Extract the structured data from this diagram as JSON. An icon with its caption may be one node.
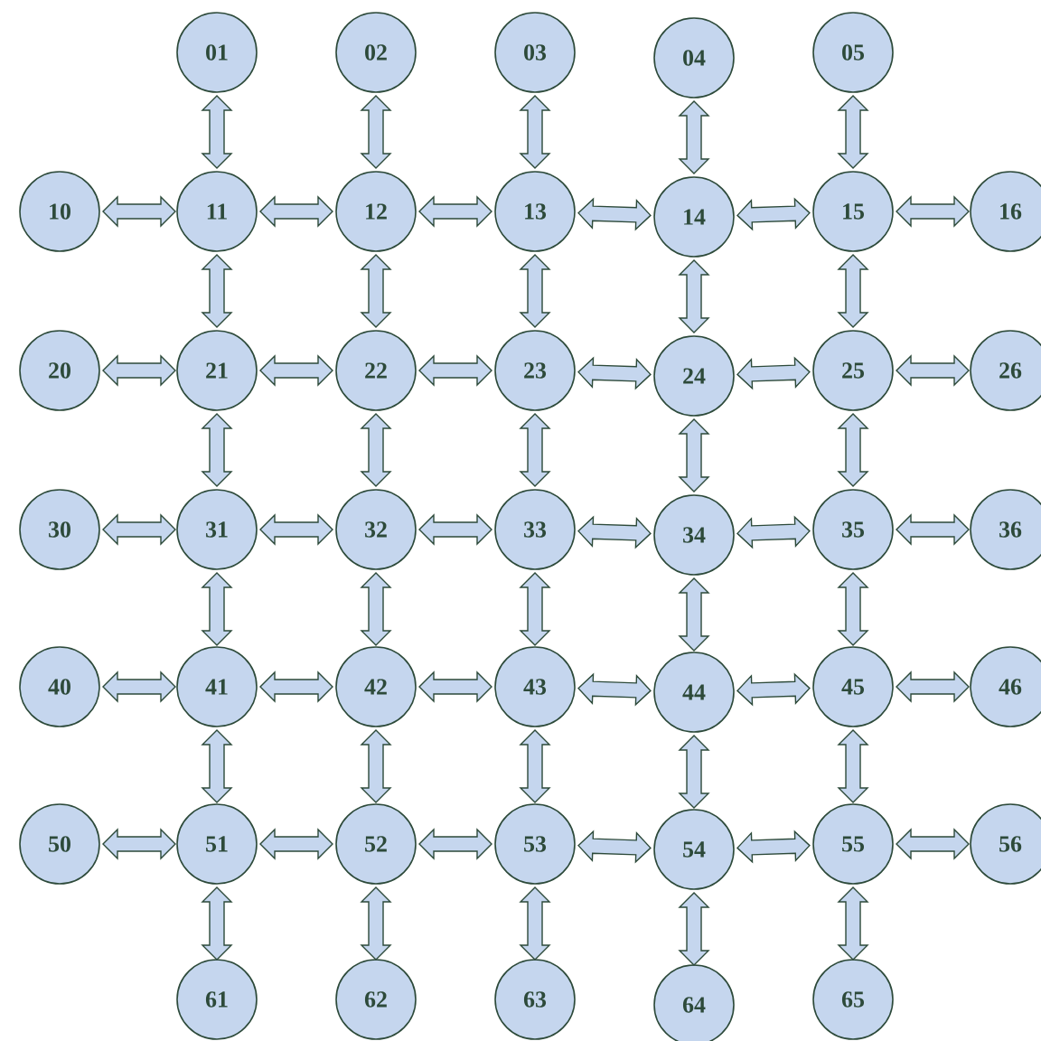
{
  "diagram": {
    "nodes": [
      {
        "text": [
          "01"
        ]
      },
      {
        "text": [
          "02"
        ]
      },
      {
        "text": [
          "03"
        ]
      },
      {
        "text": [
          "04"
        ]
      },
      {
        "text": [
          "05"
        ]
      },
      {
        "text": [
          "10"
        ]
      },
      {
        "text": [
          "11"
        ]
      },
      {
        "text": [
          "12"
        ]
      },
      {
        "text": [
          "13"
        ]
      },
      {
        "text": [
          "14"
        ]
      },
      {
        "text": [
          "15"
        ]
      },
      {
        "text": [
          "16"
        ]
      },
      {
        "text": [
          "20"
        ]
      },
      {
        "text": [
          "21"
        ]
      },
      {
        "text": [
          "22"
        ]
      },
      {
        "text": [
          "23"
        ]
      },
      {
        "text": [
          "24"
        ]
      },
      {
        "text": [
          "25"
        ]
      },
      {
        "text": [
          "26"
        ]
      },
      {
        "text": [
          "30"
        ]
      },
      {
        "text": [
          "31"
        ]
      },
      {
        "text": [
          "32"
        ]
      },
      {
        "text": [
          "33"
        ]
      },
      {
        "text": [
          "34"
        ]
      },
      {
        "text": [
          "35"
        ]
      },
      {
        "text": [
          "36"
        ]
      },
      {
        "text": [
          "40"
        ]
      },
      {
        "text": [
          "41"
        ]
      },
      {
        "text": [
          "42"
        ]
      },
      {
        "text": [
          "43"
        ]
      },
      {
        "text": [
          "44"
        ]
      },
      {
        "text": [
          "45"
        ]
      },
      {
        "text": [
          "46"
        ]
      },
      {
        "text": [
          "50"
        ]
      },
      {
        "text": [
          "51"
        ]
      },
      {
        "text": [
          "52"
        ]
      },
      {
        "text": [
          "53"
        ]
      },
      {
        "text": [
          "54"
        ]
      },
      {
        "text": [
          "55"
        ]
      },
      {
        "text": [
          "56"
        ]
      },
      {
        "text": [
          "61"
        ]
      },
      {
        "text": [
          "62"
        ]
      },
      {
        "text": [
          "63"
        ]
      },
      {
        "text": [
          "64"
        ]
      },
      {
        "text": [
          "65"
        ]
      }
    ],
    "edges": [
      {
        "from": 0,
        "to": 6,
        "arrow": "both"
      },
      {
        "from": 1,
        "to": 7,
        "arrow": "both"
      },
      {
        "from": 2,
        "to": 8,
        "arrow": "both"
      },
      {
        "from": 3,
        "to": 9,
        "arrow": "both"
      },
      {
        "from": 4,
        "to": 10,
        "arrow": "both"
      },
      {
        "from": 5,
        "to": 6,
        "arrow": "both"
      },
      {
        "from": 6,
        "to": 7,
        "arrow": "both"
      },
      {
        "from": 7,
        "to": 8,
        "arrow": "both"
      },
      {
        "from": 8,
        "to": 9,
        "arrow": "both"
      },
      {
        "from": 9,
        "to": 10,
        "arrow": "both"
      },
      {
        "from": 10,
        "to": 11,
        "arrow": "both"
      },
      {
        "from": 6,
        "to": 13,
        "arrow": "both"
      },
      {
        "from": 7,
        "to": 14,
        "arrow": "both"
      },
      {
        "from": 8,
        "to": 15,
        "arrow": "both"
      },
      {
        "from": 9,
        "to": 16,
        "arrow": "both"
      },
      {
        "from": 10,
        "to": 17,
        "arrow": "both"
      },
      {
        "from": 12,
        "to": 13,
        "arrow": "both"
      },
      {
        "from": 13,
        "to": 14,
        "arrow": "both"
      },
      {
        "from": 14,
        "to": 15,
        "arrow": "both"
      },
      {
        "from": 15,
        "to": 16,
        "arrow": "both"
      },
      {
        "from": 16,
        "to": 17,
        "arrow": "both"
      },
      {
        "from": 17,
        "to": 18,
        "arrow": "both"
      },
      {
        "from": 13,
        "to": 20,
        "arrow": "both"
      },
      {
        "from": 14,
        "to": 21,
        "arrow": "both"
      },
      {
        "from": 15,
        "to": 22,
        "arrow": "both"
      },
      {
        "from": 16,
        "to": 23,
        "arrow": "both"
      },
      {
        "from": 17,
        "to": 24,
        "arrow": "both"
      },
      {
        "from": 19,
        "to": 20,
        "arrow": "both"
      },
      {
        "from": 20,
        "to": 21,
        "arrow": "both"
      },
      {
        "from": 21,
        "to": 22,
        "arrow": "both"
      },
      {
        "from": 22,
        "to": 23,
        "arrow": "both"
      },
      {
        "from": 23,
        "to": 24,
        "arrow": "both"
      },
      {
        "from": 24,
        "to": 25,
        "arrow": "both"
      },
      {
        "from": 20,
        "to": 27,
        "arrow": "both"
      },
      {
        "from": 21,
        "to": 28,
        "arrow": "both"
      },
      {
        "from": 22,
        "to": 29,
        "arrow": "both"
      },
      {
        "from": 23,
        "to": 30,
        "arrow": "both"
      },
      {
        "from": 24,
        "to": 31,
        "arrow": "both"
      },
      {
        "from": 26,
        "to": 27,
        "arrow": "both"
      },
      {
        "from": 27,
        "to": 28,
        "arrow": "both"
      },
      {
        "from": 28,
        "to": 29,
        "arrow": "both"
      },
      {
        "from": 29,
        "to": 30,
        "arrow": "both"
      },
      {
        "from": 30,
        "to": 31,
        "arrow": "both"
      },
      {
        "from": 31,
        "to": 32,
        "arrow": "both"
      },
      {
        "from": 27,
        "to": 34,
        "arrow": "both"
      },
      {
        "from": 28,
        "to": 35,
        "arrow": "both"
      },
      {
        "from": 29,
        "to": 36,
        "arrow": "both"
      },
      {
        "from": 30,
        "to": 37,
        "arrow": "both"
      },
      {
        "from": 31,
        "to": 38,
        "arrow": "both"
      },
      {
        "from": 33,
        "to": 34,
        "arrow": "both"
      },
      {
        "from": 34,
        "to": 35,
        "arrow": "both"
      },
      {
        "from": 35,
        "to": 36,
        "arrow": "both"
      },
      {
        "from": 36,
        "to": 37,
        "arrow": "both"
      },
      {
        "from": 37,
        "to": 38,
        "arrow": "both"
      },
      {
        "from": 38,
        "to": 39,
        "arrow": "both"
      },
      {
        "from": 34,
        "to": 40,
        "arrow": "both"
      },
      {
        "from": 35,
        "to": 41,
        "arrow": "both"
      },
      {
        "from": 36,
        "to": 42,
        "arrow": "both"
      },
      {
        "from": 37,
        "to": 43,
        "arrow": "both"
      },
      {
        "from": 38,
        "to": 44,
        "arrow": "both"
      }
    ]
  }
}
